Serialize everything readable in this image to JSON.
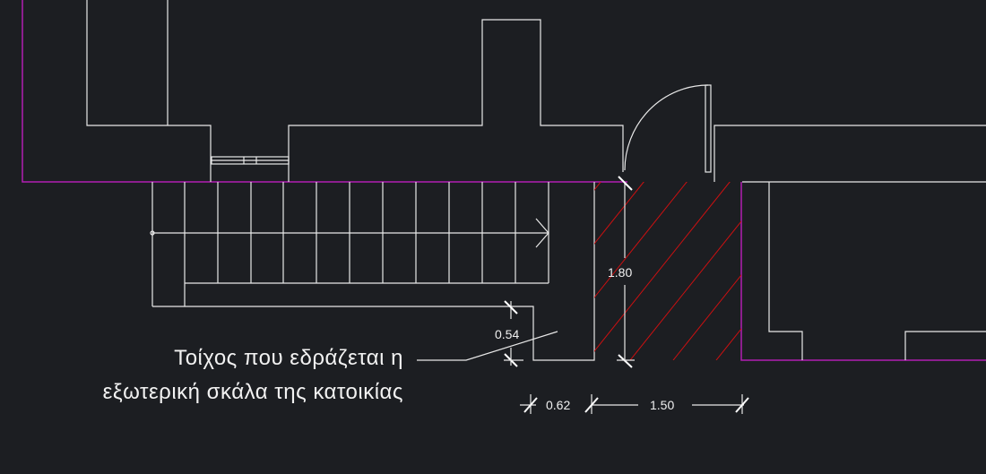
{
  "dimensions": {
    "height_hatched": "1.80",
    "step_offset": "0.54",
    "bottom_left": "0.62",
    "bottom_right": "1.50"
  },
  "annotation": {
    "line1": "Τοίχος που εδράζεται η",
    "line2": "εξωτερική σκάλα της κατοικίας"
  },
  "colors": {
    "background": "#1c1e22",
    "lines": "#e8e8e8",
    "boundary": "#b21eb2",
    "hatch": "#d01010"
  }
}
